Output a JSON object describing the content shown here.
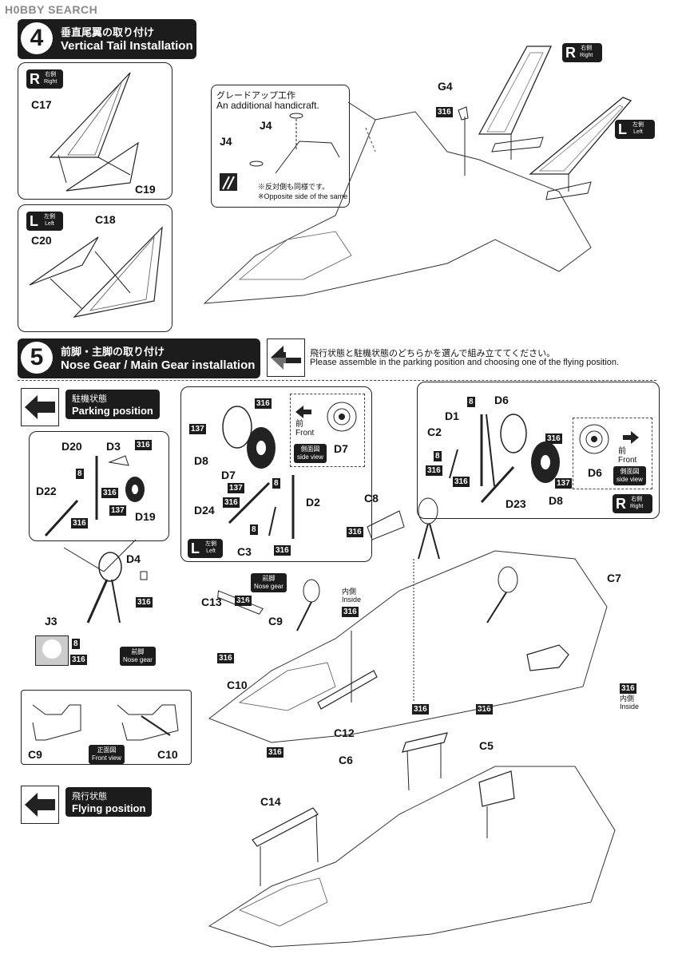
{
  "watermark": "H0BBY SEARCH",
  "step4": {
    "number": "4",
    "title_ja": "垂直尾翼の取り付け",
    "title_en": "Vertical Tail Installation",
    "right_badge": {
      "big": "R",
      "ja": "右側",
      "en": "Right"
    },
    "left_badge": {
      "big": "L",
      "ja": "左側",
      "en": "Left"
    },
    "parts_right": [
      "C17",
      "C19"
    ],
    "parts_left": [
      "C18",
      "C20"
    ],
    "handicraft_ja": "グレードアップ工作",
    "handicraft_en": "An additional handicraft.",
    "handicraft_parts": [
      "J4",
      "J4"
    ],
    "opposite_ja": "※反対側も同様です。",
    "opposite_en": "※Opposite side of the same",
    "g4": "G4",
    "pn316": "316"
  },
  "step5": {
    "number": "5",
    "title_ja": "前脚・主脚の取り付け",
    "title_en": "Nose Gear / Main Gear installation",
    "instruction_ja": "飛行状態と駐機状態のどちらかを選んで組み立ててください。",
    "instruction_en": "Please assemble in the parking position and choosing one of the flying position.",
    "parking": {
      "ja": "駐機状態",
      "en": "Parking position"
    },
    "flying": {
      "ja": "飛行状態",
      "en": "Flying position"
    },
    "nose_gear": {
      "ja": "前脚",
      "en": "Nose gear"
    },
    "front": {
      "ja": "前",
      "en": "Front"
    },
    "side_view": {
      "ja": "側面図",
      "en": "side view"
    },
    "front_view": {
      "ja": "正面図",
      "en": "Front view"
    },
    "inside": {
      "ja": "内側",
      "en": "Inside"
    },
    "parts": {
      "D20": "D20",
      "D3": "D3",
      "D22": "D22",
      "D19": "D19",
      "D4": "D4",
      "J3": "J3",
      "D8": "D8",
      "D7": "D7",
      "D24": "D24",
      "D2": "D2",
      "C3": "C3",
      "D1": "D1",
      "D6": "D6",
      "C2": "C2",
      "D23": "D23",
      "C8": "C8",
      "C13": "C13",
      "C9": "C9",
      "C10": "C10",
      "C12": "C12",
      "C7": "C7",
      "C6": "C6",
      "C5": "C5",
      "C14": "C14"
    },
    "pn": {
      "p316": "316",
      "p137": "137",
      "p8": "8"
    }
  }
}
